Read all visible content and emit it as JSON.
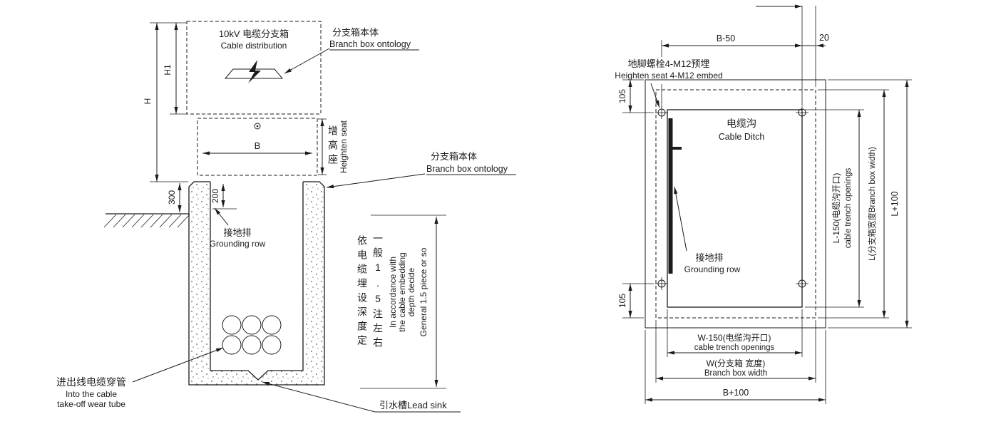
{
  "left_view": {
    "cabinet_line1": "10kV 电缆分支箱",
    "cabinet_line2": "Cable distribution",
    "branch_box_cn": "分支箱本体",
    "branch_box_en": "Branch box ontology",
    "branch_box2_cn": "分支箱本体",
    "branch_box2_en": "Branch box ontology",
    "dims": {
      "h1": "H1",
      "h": "H",
      "b": "B",
      "d300": "300",
      "d200": "200"
    },
    "heighten_seat_cn": "增高座",
    "heighten_seat_en": "Heighten seat",
    "grounding_cn": "接地排",
    "grounding_en": "Grounding row",
    "depth_cn1": "依电缆埋设深度定",
    "depth_cn2": "一般1.5注左右",
    "depth_en1": "In accordance with",
    "depth_en2": "the cable embedding",
    "depth_en3": "depth decide",
    "depth_en4": "General 1.5 piece or so",
    "cable_tube_cn": "进出线电缆穿管",
    "cable_tube_en1": "Into the cable",
    "cable_tube_en2": "take-off wear tube",
    "lead_sink": "引水槽Lead sink"
  },
  "right_view": {
    "dims": {
      "b50": "B-50",
      "d20": "20",
      "d105_top": "105",
      "d105_bottom": "105",
      "l150_cn": "L-150(电缆沟开口)",
      "l150_en": "cable trench openings",
      "l": "L(分支箱宽度Branch box width)",
      "l100": "L+100",
      "w150_cn": "W-150(电缆沟开口)",
      "w150_en": "cable trench openings",
      "w_cn": "W(分支箱 宽度)",
      "w_en": "Branch box width",
      "b100": "B+100"
    },
    "anchor_bolt_cn": "地脚螺栓4-M12预埋",
    "anchor_bolt_en": "Heighten seat 4-M12 embed",
    "cable_ditch_cn": "电缆沟",
    "cable_ditch_en": "Cable Ditch",
    "grounding_cn": "接地排",
    "grounding_en": "Grounding row"
  },
  "colors": {
    "ink": "#1b1b1b",
    "background": "#ffffff"
  }
}
